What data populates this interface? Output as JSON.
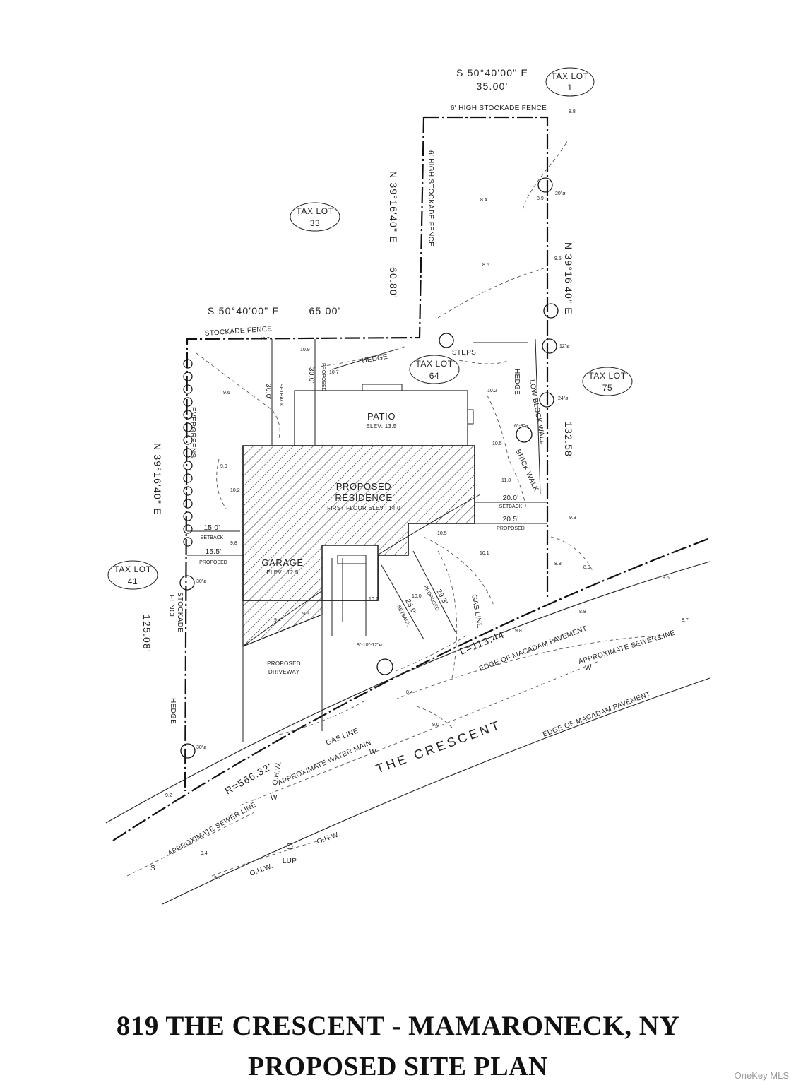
{
  "plan": {
    "tax_lots": [
      {
        "id": "tax-lot-1",
        "line1": "TAX LOT",
        "line2": "1"
      },
      {
        "id": "tax-lot-33",
        "line1": "TAX LOT",
        "line2": "33"
      },
      {
        "id": "tax-lot-64",
        "line1": "TAX LOT",
        "line2": "64"
      },
      {
        "id": "tax-lot-75",
        "line1": "TAX LOT",
        "line2": "75"
      },
      {
        "id": "tax-lot-41",
        "line1": "TAX LOT",
        "line2": "41"
      }
    ],
    "bearings": {
      "top_bearing": "S 50°40'00\" E",
      "top_distance": "35.00'",
      "middle_bearing": "S 50°40'00\" E",
      "middle_distance": "65.00'",
      "west_upper": "N 39°16'40\" E",
      "west_upper_distance": "60.80'",
      "east": "N 39°16'40\" E",
      "east_distance": "132.58'",
      "west_lower": "N 39°16'40\" E",
      "west_lower_distance": "125.08'",
      "arc_radius": "R=566.32'",
      "arc_length": "L=113.44'"
    },
    "labels": {
      "fence_top": "6' HIGH STOCKADE FENCE",
      "fence_vertical": "6' HIGH STOCKADE FENCE",
      "fence_middle": "STOCKADE FENCE",
      "fence_lower": "STOCKADE",
      "fence_lower_2": "FENCE",
      "hedge": "HEDGE",
      "hedge_east": "HEDGE",
      "hedge_west": "HEDGE",
      "steps": "STEPS",
      "low_block_wall": "LOW BLOCK WALL",
      "brick_walk": "BRICK WALK",
      "evergreens": "EVERGREENS",
      "patio": "PATIO",
      "patio_elev": "ELEV: 13.5",
      "residence_1": "PROPOSED",
      "residence_2": "RESIDENCE",
      "residence_elev": "FIRST FLOOR ELEV.: 14.0",
      "garage": "GARAGE",
      "garage_elev": "ELEV.: 12.5",
      "driveway_1": "PROPOSED",
      "driveway_2": "DRIVEWAY",
      "gas_line": "GAS LINE",
      "gas_line_2": "GAS LINE",
      "edge_pavement_1": "EDGE OF MACADAM PAVEMENT",
      "edge_pavement_2": "EDGE OF MACADAM PAVEMENT",
      "sewer_1": "APPROXIMATE SEWER LINE",
      "sewer_2": "APPROXIMATE SEWER LINE",
      "water_main": "APPROXIMATE WATER MAIN",
      "street": "THE CRESCENT",
      "ohw_1": "O.H.W.",
      "ohw_2": "O.H.W.",
      "ohw_3": "O.H.W.",
      "lup": "LUP",
      "sewer_mark": "S",
      "water_mark": "W"
    },
    "setbacks": {
      "rear_setback": "30.0'",
      "rear_setback_label": "SETBACK",
      "rear_proposed": "30.0'",
      "rear_proposed_label": "PROPOSED",
      "side_w_setback": "15.0'",
      "side_w_setback_label": "SETBACK",
      "side_w_proposed": "15.5'",
      "side_w_proposed_label": "PROPOSED",
      "side_e_setback": "20.0'",
      "side_e_setback_label": "SETBACK",
      "side_e_proposed": "20.5'",
      "side_e_proposed_label": "PROPOSED",
      "front_setback": "25.0'",
      "front_setback_label": "SETBACK",
      "front_proposed": "29.3'",
      "front_proposed_label": "PROPOSED"
    },
    "spot_elevations": [
      "8.8",
      "8.9",
      "8.4",
      "8.6",
      "9.5",
      "10.9",
      "10.7",
      "10.7",
      "10.2",
      "10.5",
      "11.8",
      "9.6",
      "9.9",
      "10.2",
      "9.8",
      "10.5",
      "10.2",
      "10.0",
      "10.1",
      "9.3",
      "8.8",
      "8.9",
      "9.4",
      "9.5",
      "9.8",
      "8.8",
      "8.7",
      "9.2",
      "9.0",
      "9.4",
      "9.2",
      "8.6",
      "8.4"
    ],
    "tree_sizes": [
      "20\"ø",
      "12\"ø",
      "24\"ø",
      "30\"ø",
      "30\"ø",
      "8\"-10\"-12\"ø",
      "6\"-8\"ø"
    ]
  },
  "title": {
    "line1": "819 THE CRESCENT - MAMARONECK, NY",
    "line2": "PROPOSED SITE PLAN"
  },
  "watermark": "OneKey MLS"
}
